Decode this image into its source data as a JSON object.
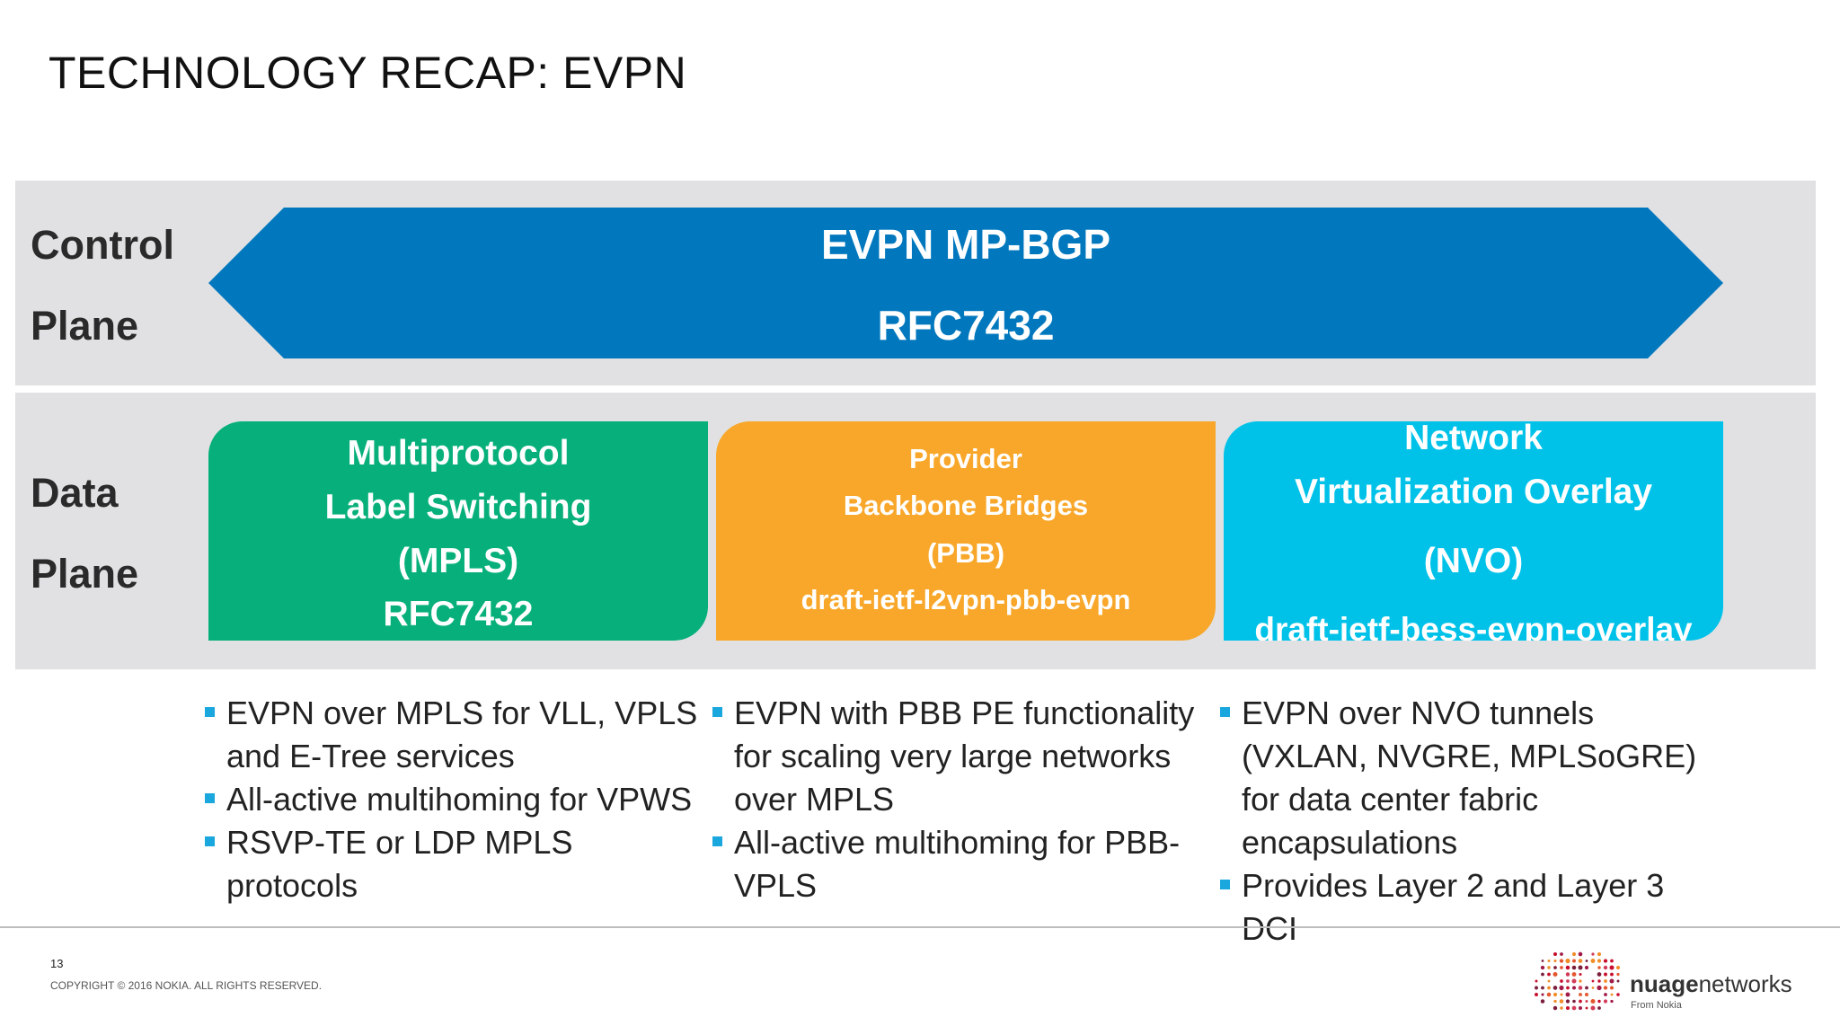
{
  "slide": {
    "title": "TECHNOLOGY RECAP: EVPN"
  },
  "control_plane": {
    "label_line1": "Control",
    "label_line2": "Plane",
    "arrow_line1": "EVPN MP-BGP",
    "arrow_line2": "RFC7432"
  },
  "data_plane": {
    "label_line1": "Data",
    "label_line2": "Plane",
    "boxes": [
      {
        "lines": [
          "Multiprotocol",
          "Label Switching",
          "(MPLS)",
          "RFC7432"
        ]
      },
      {
        "lines": [
          "Provider",
          "Backbone Bridges",
          "(PBB)",
          "draft-ietf-l2vpn-pbb-evpn"
        ]
      },
      {
        "lines": [
          "Network",
          "Virtualization Overlay",
          "(NVO)",
          "draft-ietf-bess-evpn-overlay"
        ]
      }
    ]
  },
  "bullets": {
    "col1": [
      "EVPN over MPLS for VLL, VPLS and E-Tree services",
      "All-active multihoming for VPWS",
      "RSVP-TE or LDP MPLS protocols"
    ],
    "col2": [
      "EVPN with PBB PE functionality for scaling very large networks over MPLS",
      "All-active multihoming for PBB-VPLS"
    ],
    "col3": [
      "EVPN over NVO tunnels (VXLAN, NVGRE, MPLSoGRE) for data center fabric encapsulations",
      "Provides Layer 2 and Layer 3 DCI"
    ]
  },
  "footer": {
    "page_number": "13",
    "copyright": "COPYRIGHT © 2016 NOKIA. ALL RIGHTS RESERVED.",
    "logo_bold": "nuage",
    "logo_rest": "networks",
    "logo_sub": "From Nokia"
  },
  "colors": {
    "arrow": "#0178be",
    "mpls": "#07b07a",
    "pbb": "#f8a72a",
    "nvo": "#00c2e9",
    "band": "#e1e1e3",
    "bullet": "#1aa7dd"
  }
}
